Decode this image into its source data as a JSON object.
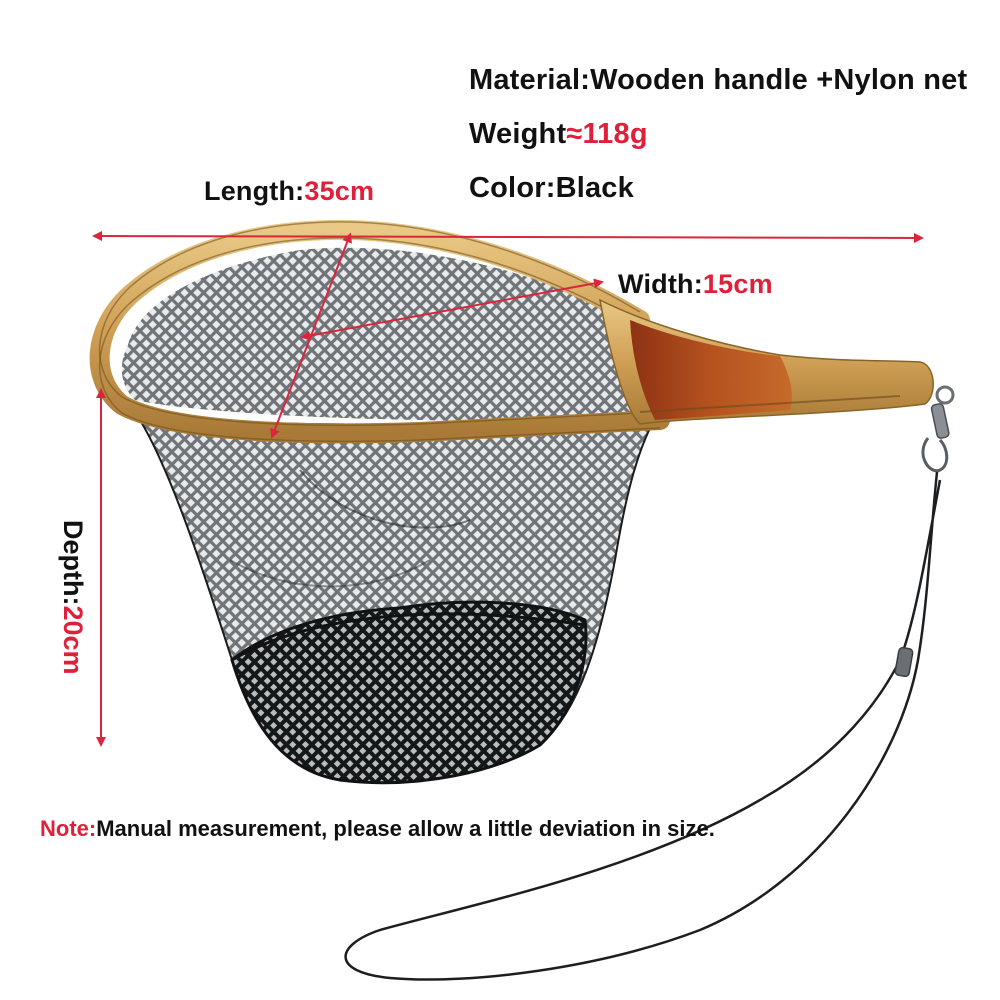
{
  "specs": {
    "material_label": "Material:",
    "material_value": "Wooden handle +Nylon net",
    "weight_label": "Weight",
    "weight_value": "≈118g",
    "color_label": "Color:",
    "color_value": "Black"
  },
  "dimensions": {
    "length_label": "Length:",
    "length_value": "35cm",
    "width_label": "Width:",
    "width_value": "15cm",
    "depth_label": "Depth:",
    "depth_value": "20cm"
  },
  "note": {
    "label": "Note:",
    "text": "Manual measurement, please allow a little deviation in size."
  },
  "colors": {
    "accent_red": "#e0203a",
    "arrow": "#d9263c",
    "wood_light": "#d8b06a",
    "wood_dark": "#a9461f",
    "net": "#1a1d1e"
  },
  "icons": {
    "product": "landing-net-illustration",
    "clip": "swivel-clip-icon",
    "lanyard": "lanyard-cord"
  }
}
